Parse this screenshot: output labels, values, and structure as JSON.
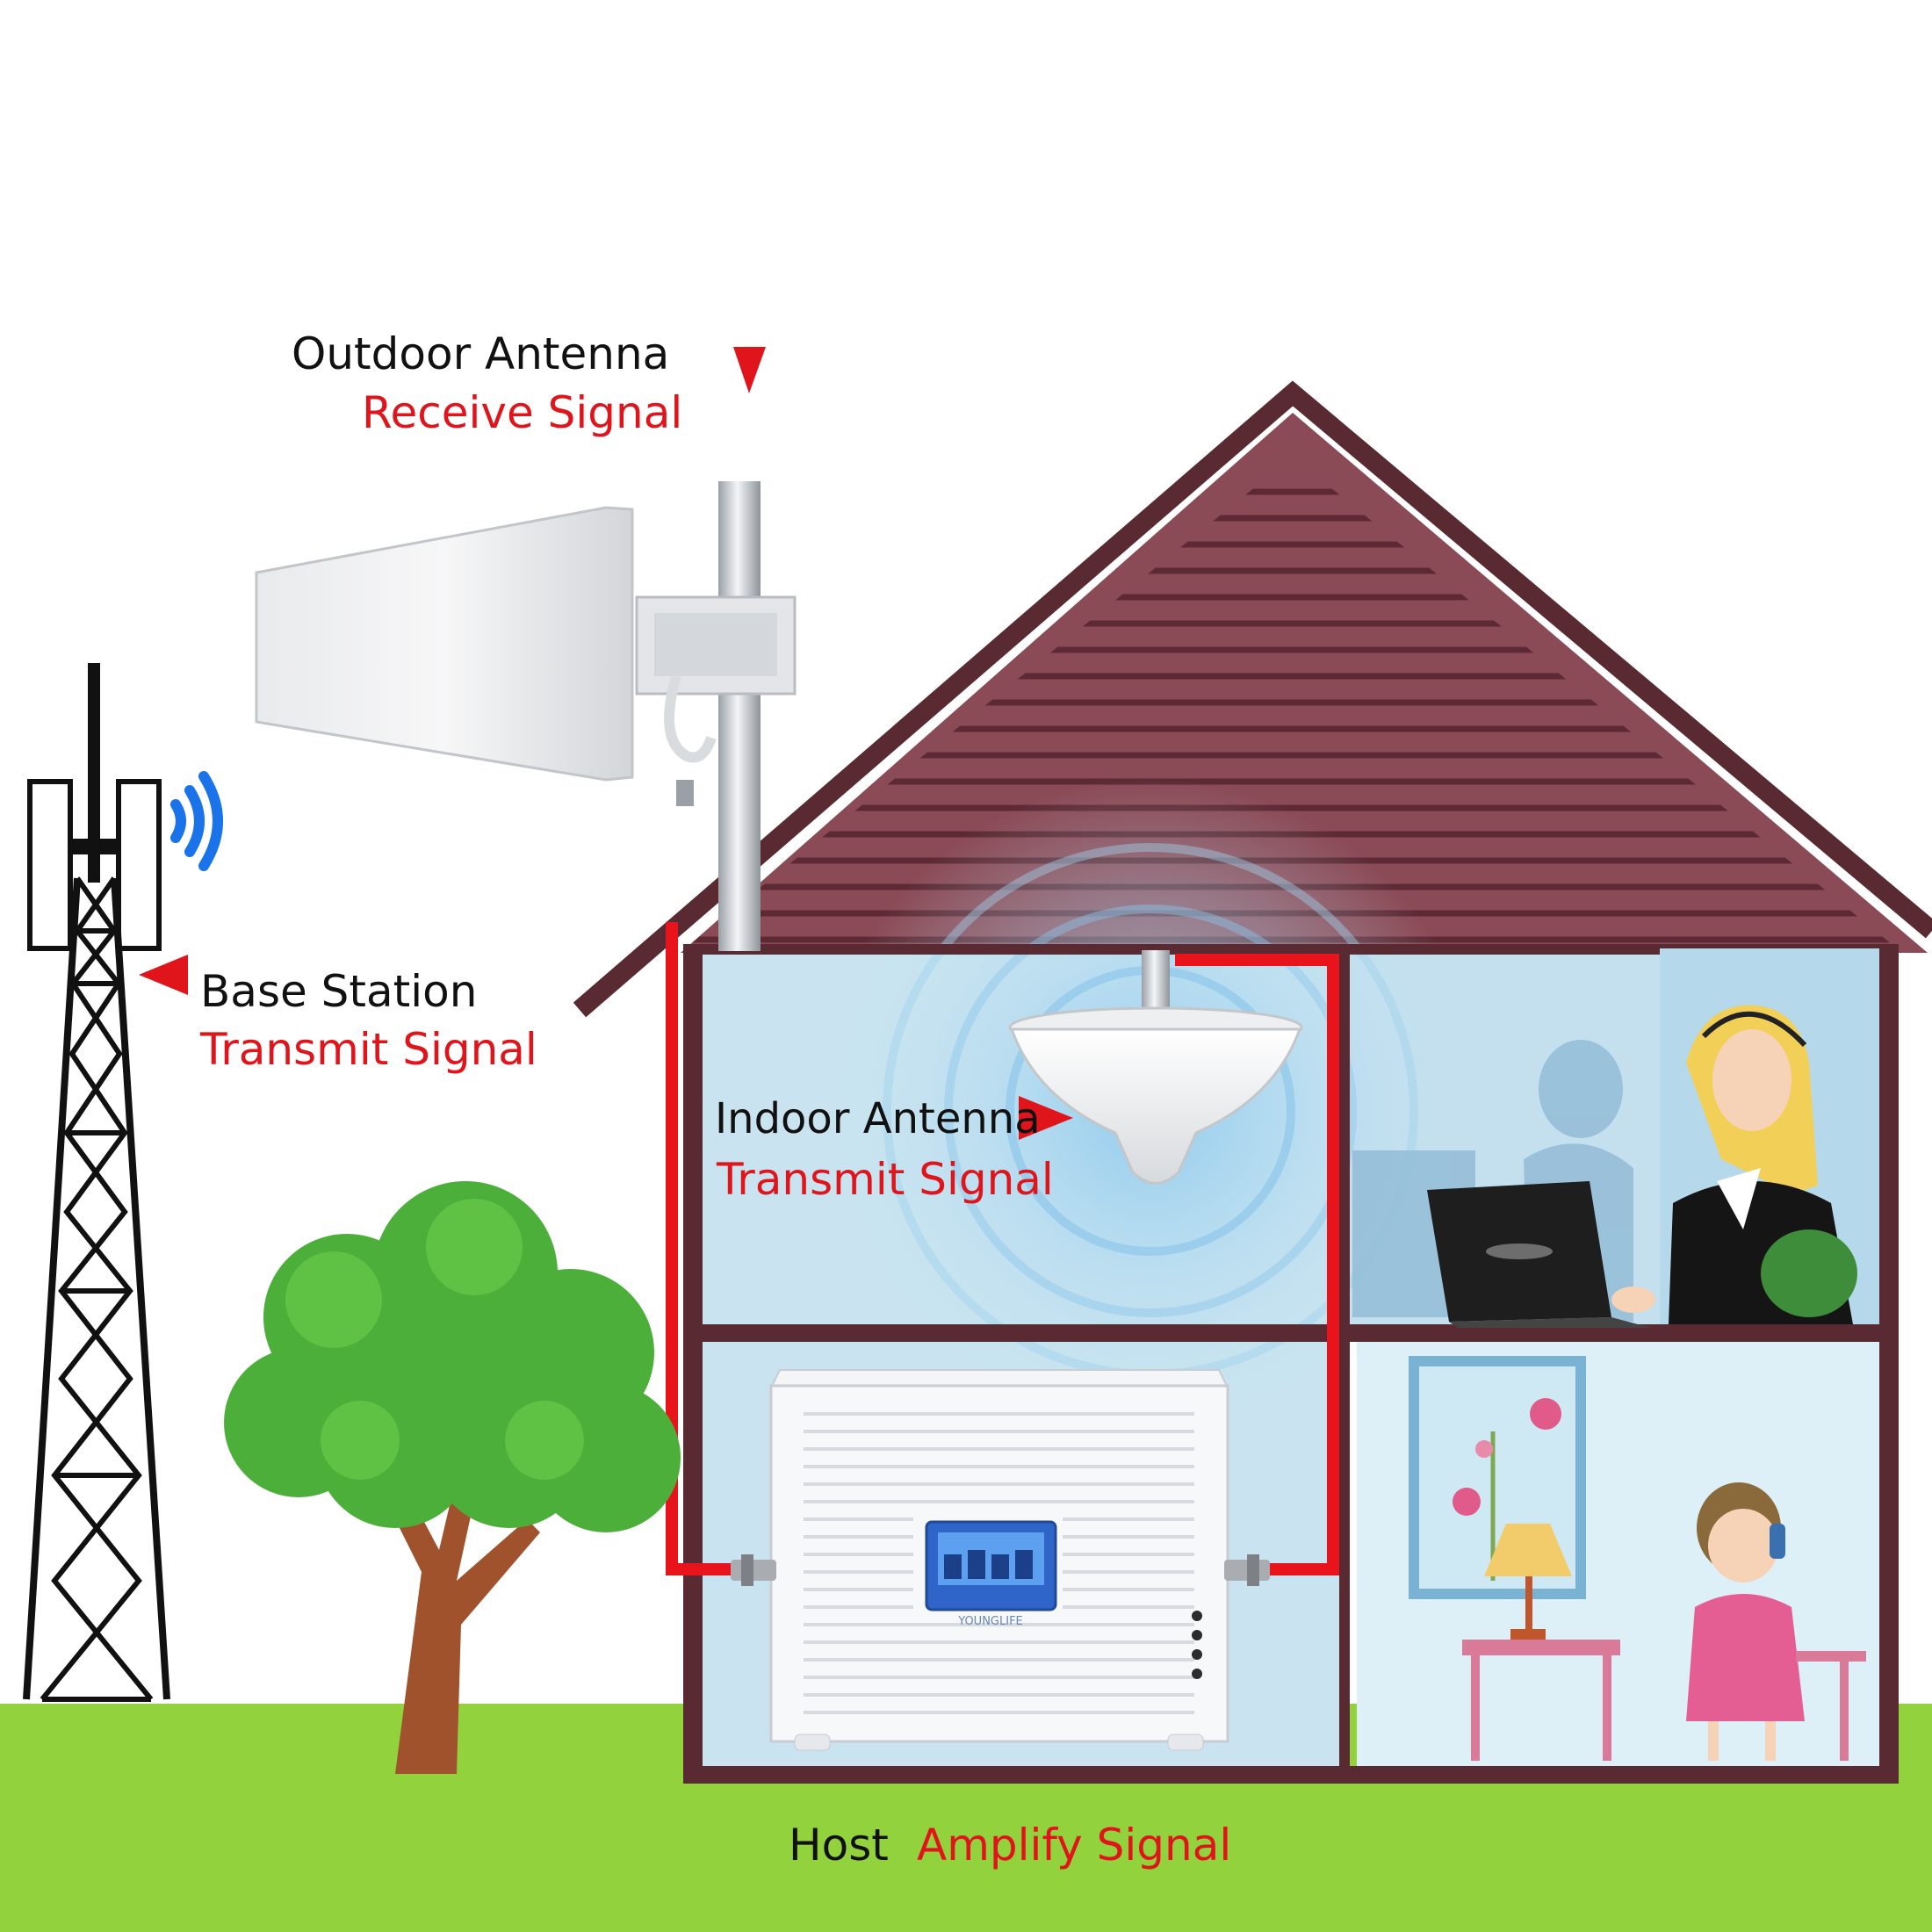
{
  "labels": {
    "outdoor_antenna": "Outdoor Antenna",
    "receive_signal": "Receive Signal",
    "base_station": "Base Station",
    "base_transmit_signal": "Transmit Signal",
    "indoor_antenna": "Indoor Antenna",
    "indoor_transmit_signal": "Transmit Signal",
    "host": "Host",
    "amplify_signal": "Amplify Signal",
    "booster_brand": "YOUNGLIFE"
  },
  "colors": {
    "label_accent": "#e0151c",
    "cable": "#e8131b",
    "roof": "#8a4a56",
    "house_outline": "#5a2a32",
    "ground": "#92d23c",
    "room_blue": "#c9e4f0",
    "signal_blue": "#1a73e8"
  },
  "icons": [
    "cell-tower-icon",
    "wifi-waves-icon",
    "outdoor-antenna-icon",
    "indoor-antenna-icon",
    "booster-host-icon",
    "tree-icon",
    "house-icon"
  ]
}
